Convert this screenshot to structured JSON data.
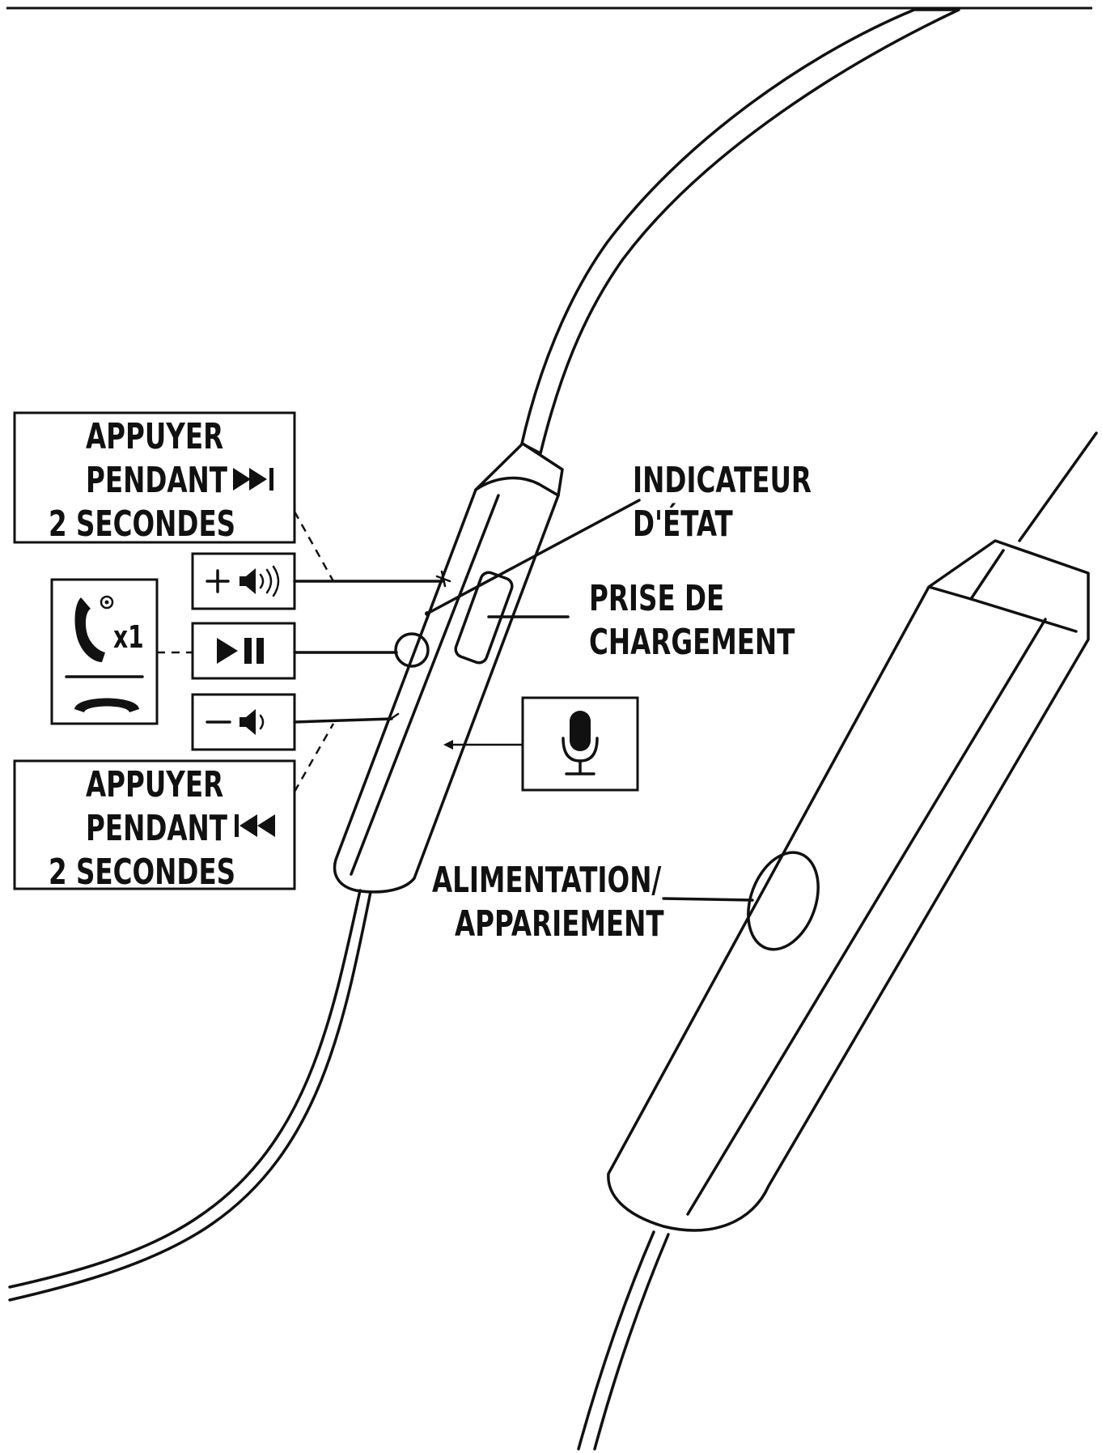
{
  "labels": {
    "skip_forward": {
      "line1": "APPUYER",
      "line2": "PENDANT",
      "line3": "2 SECONDES"
    },
    "skip_back": {
      "line1": "APPUYER",
      "line2": "PENDANT",
      "line3": "2 SECONDES"
    },
    "status_indicator": {
      "line1": "INDICATEUR",
      "line2": "D'ÉTAT"
    },
    "charging_port": {
      "line1": "PRISE DE",
      "line2": "CHARGEMENT"
    },
    "power_pairing": {
      "line1": "ALIMENTATION/",
      "line2": "APPARIEMENT"
    },
    "call_count": "x1"
  },
  "icons": {
    "skip_forward": "skip-forward-icon",
    "skip_back": "skip-back-icon",
    "volume_up": "volume-up-icon",
    "play_pause": "play-pause-icon",
    "volume_down": "volume-down-icon",
    "call": "phone-call-icon",
    "hang_up": "hang-up-icon",
    "microphone": "microphone-icon"
  },
  "colors": {
    "ink": "#111111",
    "paper": "#ffffff"
  }
}
